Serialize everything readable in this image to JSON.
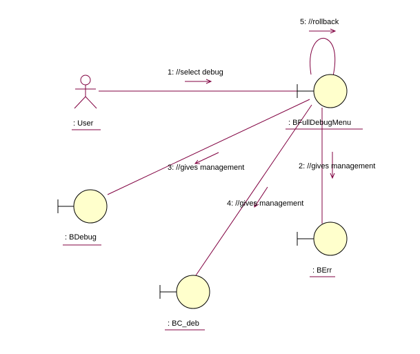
{
  "diagram": {
    "type": "UML collaboration diagram",
    "colors": {
      "line": "#800040",
      "object_fill": "#FFFFCC",
      "object_stroke": "#000000",
      "text": "#000000"
    },
    "objects": {
      "user": {
        "label": ": User",
        "kind": "actor"
      },
      "bfulldebugmenu": {
        "label": ": BFullDebugMenu",
        "kind": "boundary"
      },
      "bdebug": {
        "label": ": BDebug",
        "kind": "boundary"
      },
      "berr": {
        "label": ": BErr",
        "kind": "boundary"
      },
      "bc_deb": {
        "label": ": BC_deb",
        "kind": "boundary"
      }
    },
    "messages": {
      "m1": "1: //select debug",
      "m2": "2: //gives management",
      "m3": "3: //gives management",
      "m4": "4: //gives management",
      "m5": "5: //rollback"
    }
  }
}
